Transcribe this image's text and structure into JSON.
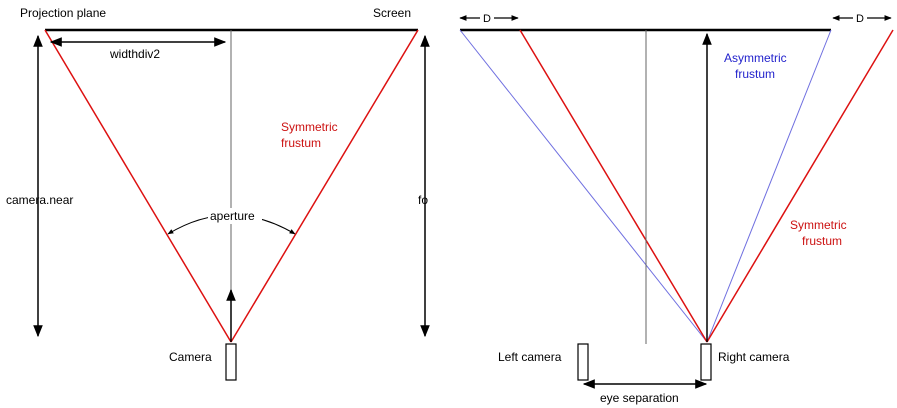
{
  "left_diagram": {
    "projection_plane_label": "Projection plane",
    "screen_label": "Screen",
    "widthdiv2_label": "widthdiv2",
    "camera_near_label": "camera.near",
    "aperture_label": "aperture",
    "fo_label": "fo",
    "symmetric_frustum_line1": "Symmetric",
    "symmetric_frustum_line2": "frustum",
    "camera_label": "Camera"
  },
  "right_diagram": {
    "d_left_label": "D",
    "d_right_label": "D",
    "asymmetric_frustum_line1": "Asymmetric",
    "asymmetric_frustum_line2": "frustum",
    "symmetric_frustum_line1": "Symmetric",
    "symmetric_frustum_line2": "frustum",
    "left_camera_label": "Left camera",
    "right_camera_label": "Right camera",
    "eye_separation_label": "eye separation"
  },
  "colors": {
    "symmetric_frustum": "#dd1111",
    "asymmetric_frustum": "#6f6fe0",
    "lines": "#000000",
    "guide_lines": "#666666"
  }
}
